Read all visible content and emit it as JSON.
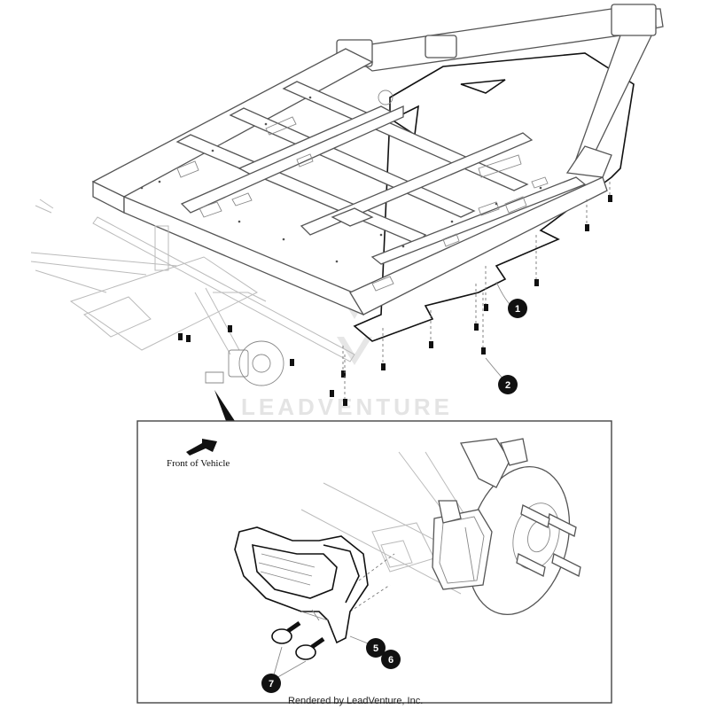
{
  "watermark": "LEADVENTURE",
  "detail": {
    "direction_label": "Front of Vehicle"
  },
  "credit": "Rendered by LeadVenture, Inc.",
  "callouts": [
    {
      "id": "callout-1",
      "label": "1"
    },
    {
      "id": "callout-2",
      "label": "2"
    },
    {
      "id": "callout-5",
      "label": "5"
    },
    {
      "id": "callout-6",
      "label": "6"
    },
    {
      "id": "callout-7",
      "label": "7"
    }
  ]
}
